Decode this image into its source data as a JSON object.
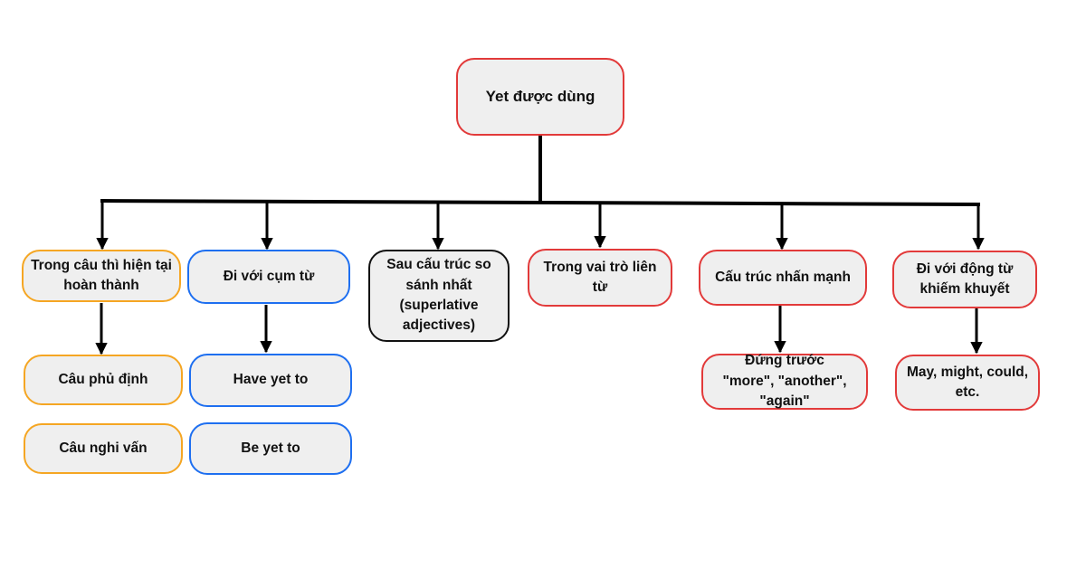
{
  "root": {
    "label": "Yet được dùng"
  },
  "branches": [
    {
      "label": "Trong câu thì hiện tại hoàn thành",
      "color": "#f5a623",
      "children": [
        "Câu phủ định",
        "Câu nghi vấn"
      ]
    },
    {
      "label": "Đi với cụm từ",
      "color": "#1e6ff0",
      "children": [
        "Have yet to",
        "Be yet to"
      ]
    },
    {
      "label": "Sau cấu trúc so sánh nhất (superlative adjectives)",
      "color": "#111111",
      "children": []
    },
    {
      "label": "Trong vai trò liên từ",
      "color": "#e23a3a",
      "children": []
    },
    {
      "label": "Cấu trúc nhấn mạnh",
      "color": "#e23a3a",
      "children": [
        "Đứng trước \"more\", \"another\", \"again\""
      ]
    },
    {
      "label": "Đi với động từ khiếm khuyết",
      "color": "#e23a3a",
      "children": [
        "May, might, could, etc."
      ]
    }
  ]
}
